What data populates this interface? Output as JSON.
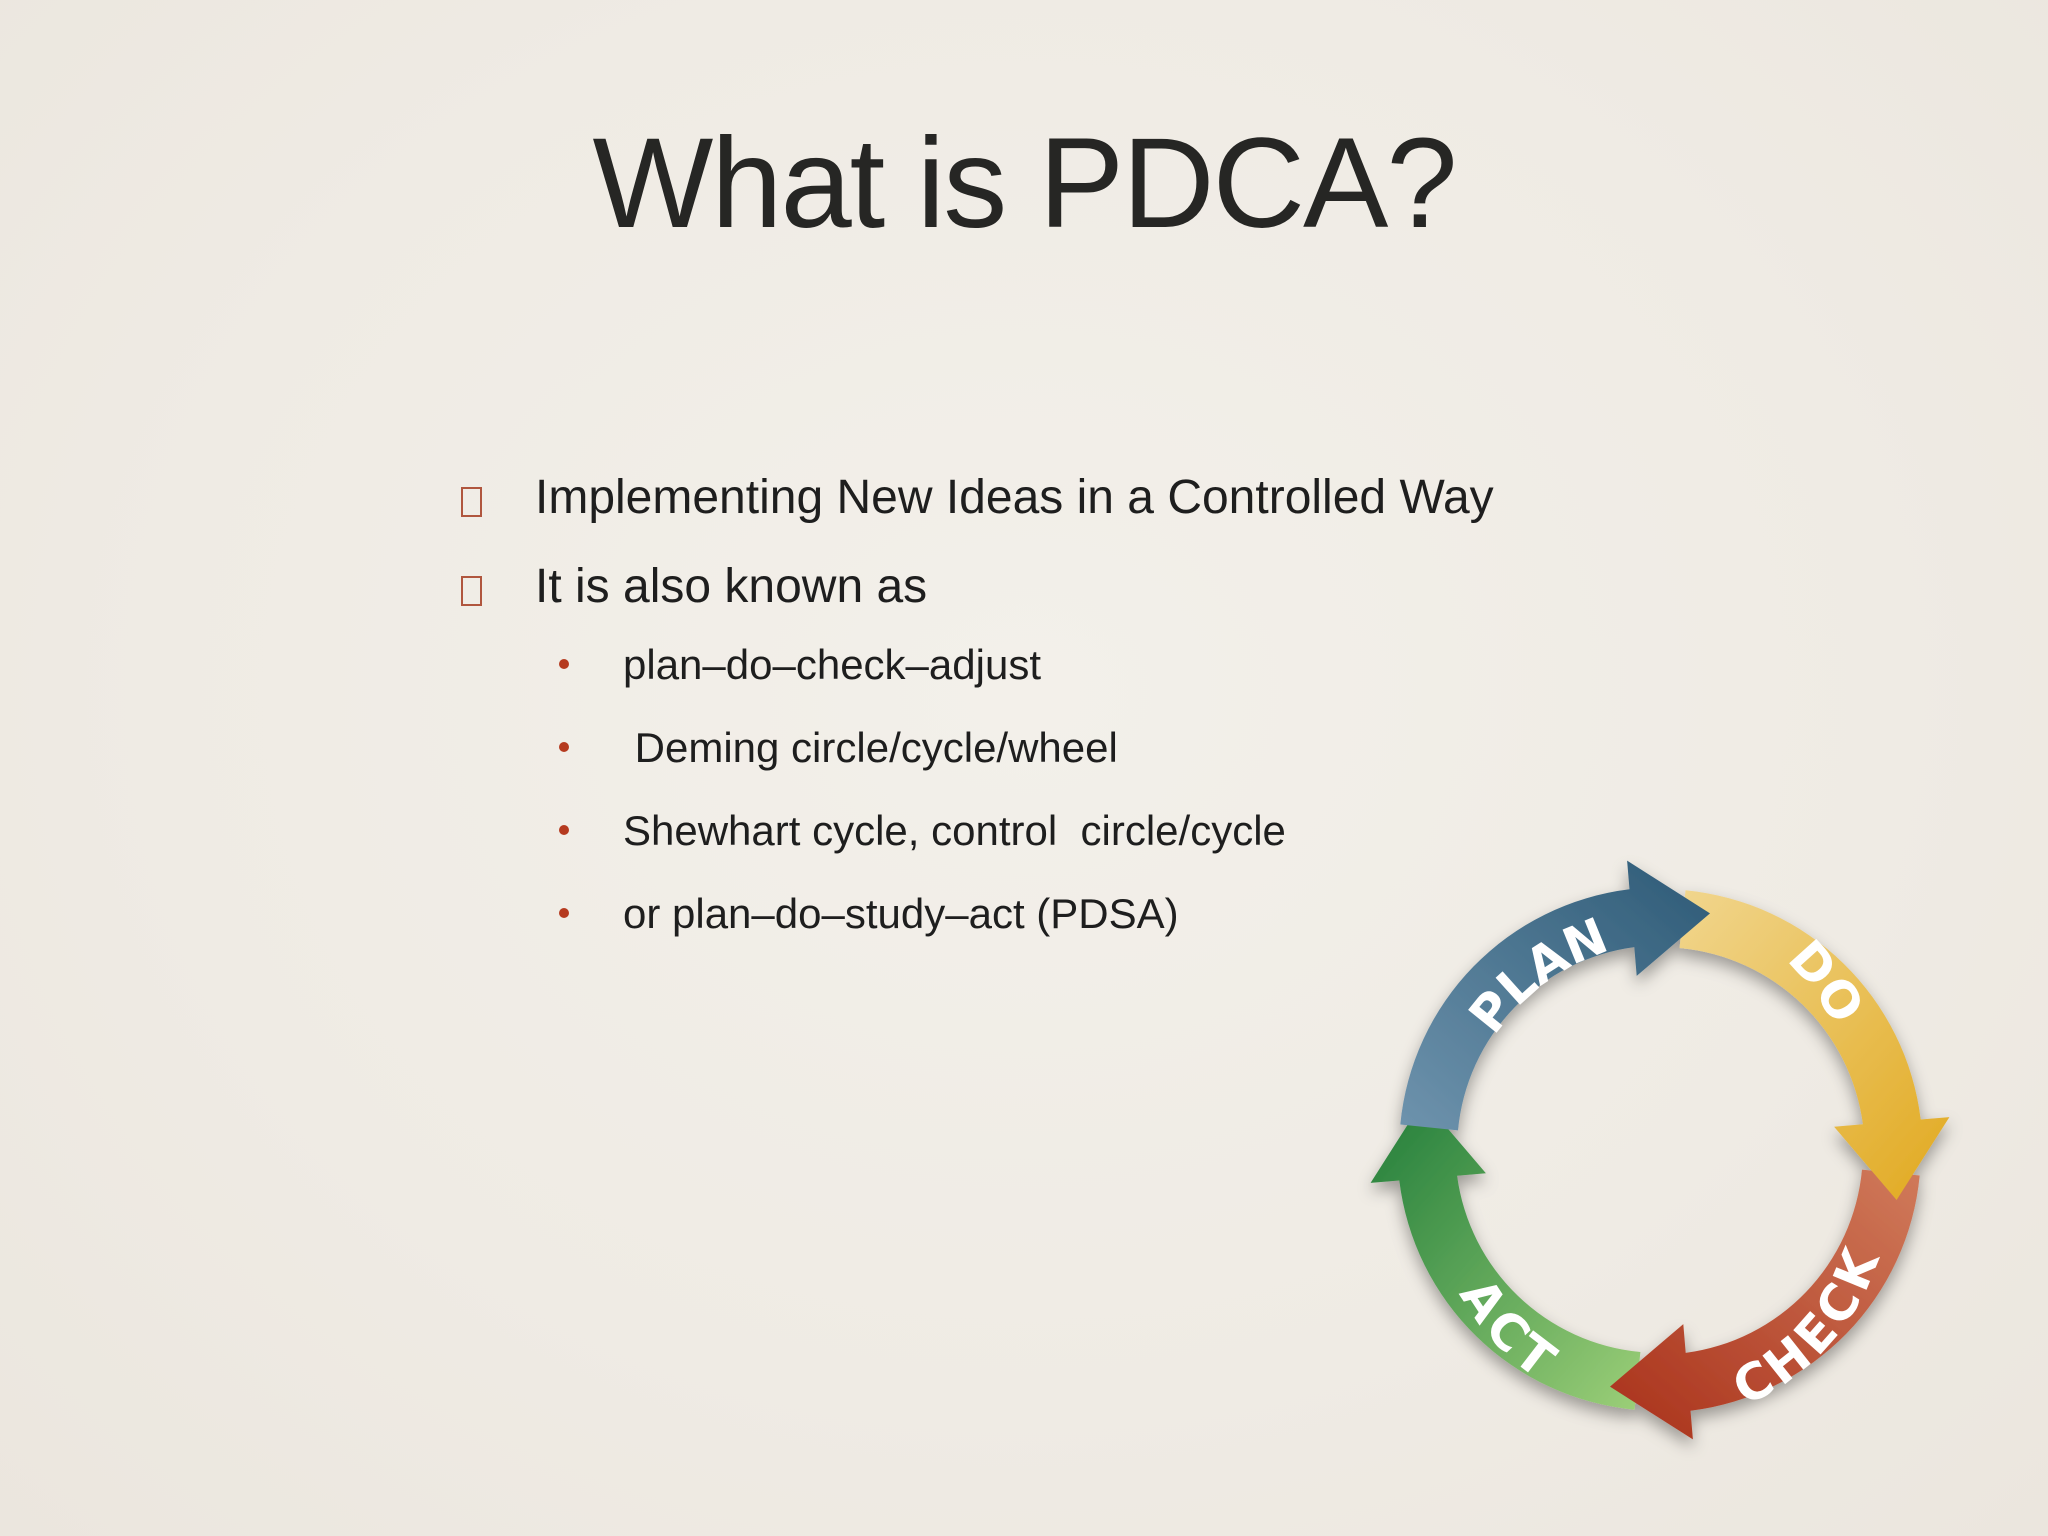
{
  "slide": {
    "title": "What is PDCA?",
    "bullets": [
      {
        "icon": "hollow-square-icon",
        "text": "Implementing New Ideas in a Controlled Way"
      },
      {
        "icon": "hollow-square-icon",
        "text": "It is also known as"
      }
    ],
    "sub_bullets": [
      {
        "icon": "dot-bullet-icon",
        "text": "plan–do–check–adjust"
      },
      {
        "icon": "dot-bullet-icon",
        "text": " Deming circle/cycle/wheel"
      },
      {
        "icon": "dot-bullet-icon",
        "text": "Shewhart cycle, control  circle/cycle"
      },
      {
        "icon": "dot-bullet-icon",
        "text": "or plan–do–study–act (PDSA)"
      }
    ]
  },
  "cycle": {
    "plan": "PLAN",
    "do": "DO",
    "check": "CHECK",
    "act": "ACT",
    "colors": {
      "plan": "#3f6f8e",
      "do": "#e8b93a",
      "check": "#c04a2c",
      "act": "#3d9a45",
      "background": "#f0ece5",
      "bullet_accent": "#b53a1f"
    }
  }
}
